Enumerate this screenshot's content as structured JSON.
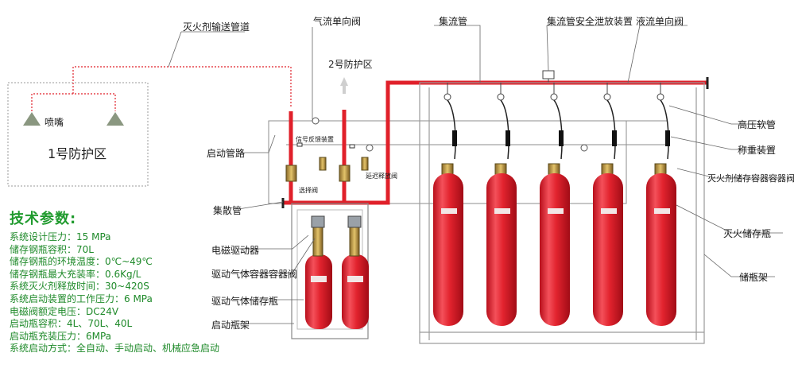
{
  "labels": {
    "pipe_delivery": "灭火剂输送管道",
    "airflow_check_valve": "气流单向阀",
    "manifold": "集流管",
    "manifold_relief": "集流管安全泄放装置",
    "liquid_check_valve": "液流单向阀",
    "zone2": "2号防护区",
    "zone1": "1号防护区",
    "nozzle": "喷嘴",
    "start_pipeline": "启动管路",
    "selector_valve": "选择阀",
    "signal_feedback": "信号反馈装置",
    "delay_valve": "延迟释放阀",
    "diffuser_pipe": "集散管",
    "solenoid_driver": "电磁驱动器",
    "driver_gas_valve": "驱动气体容器容器阀",
    "driver_gas_cylinder": "驱动气体储存瓶",
    "start_rack": "启动瓶架",
    "hp_hose": "高压软管",
    "weighing": "称重装置",
    "agent_valve": "灭火剂储存容器容器阀",
    "agent_cylinder": "灭火储存瓶",
    "cylinder_rack": "储瓶架"
  },
  "specs": {
    "title": "技术参数:",
    "items": [
      "系统设计压力：15 MPa",
      "储存钢瓶容积：70L",
      "储存钢瓶的环境温度：0℃~49℃",
      "储存钢瓶最大充装率：0.6Kg/L",
      "系统灭火剂释放时间：30~420S",
      "系统启动装置的工作压力：6 MPa",
      "电磁阀额定电压：DC24V",
      "启动瓶容积：4L、70L、40L",
      "启动瓶充装压力：6MPa",
      "系统启动方式：全自动、手动启动、机械应急启动"
    ]
  },
  "colors": {
    "pipe_red": "#e0202a",
    "cylinder_red": "#e2232e",
    "spec_green": "#1f8a2a",
    "title_green": "#1f9a2d",
    "leader_gray": "#666666"
  }
}
